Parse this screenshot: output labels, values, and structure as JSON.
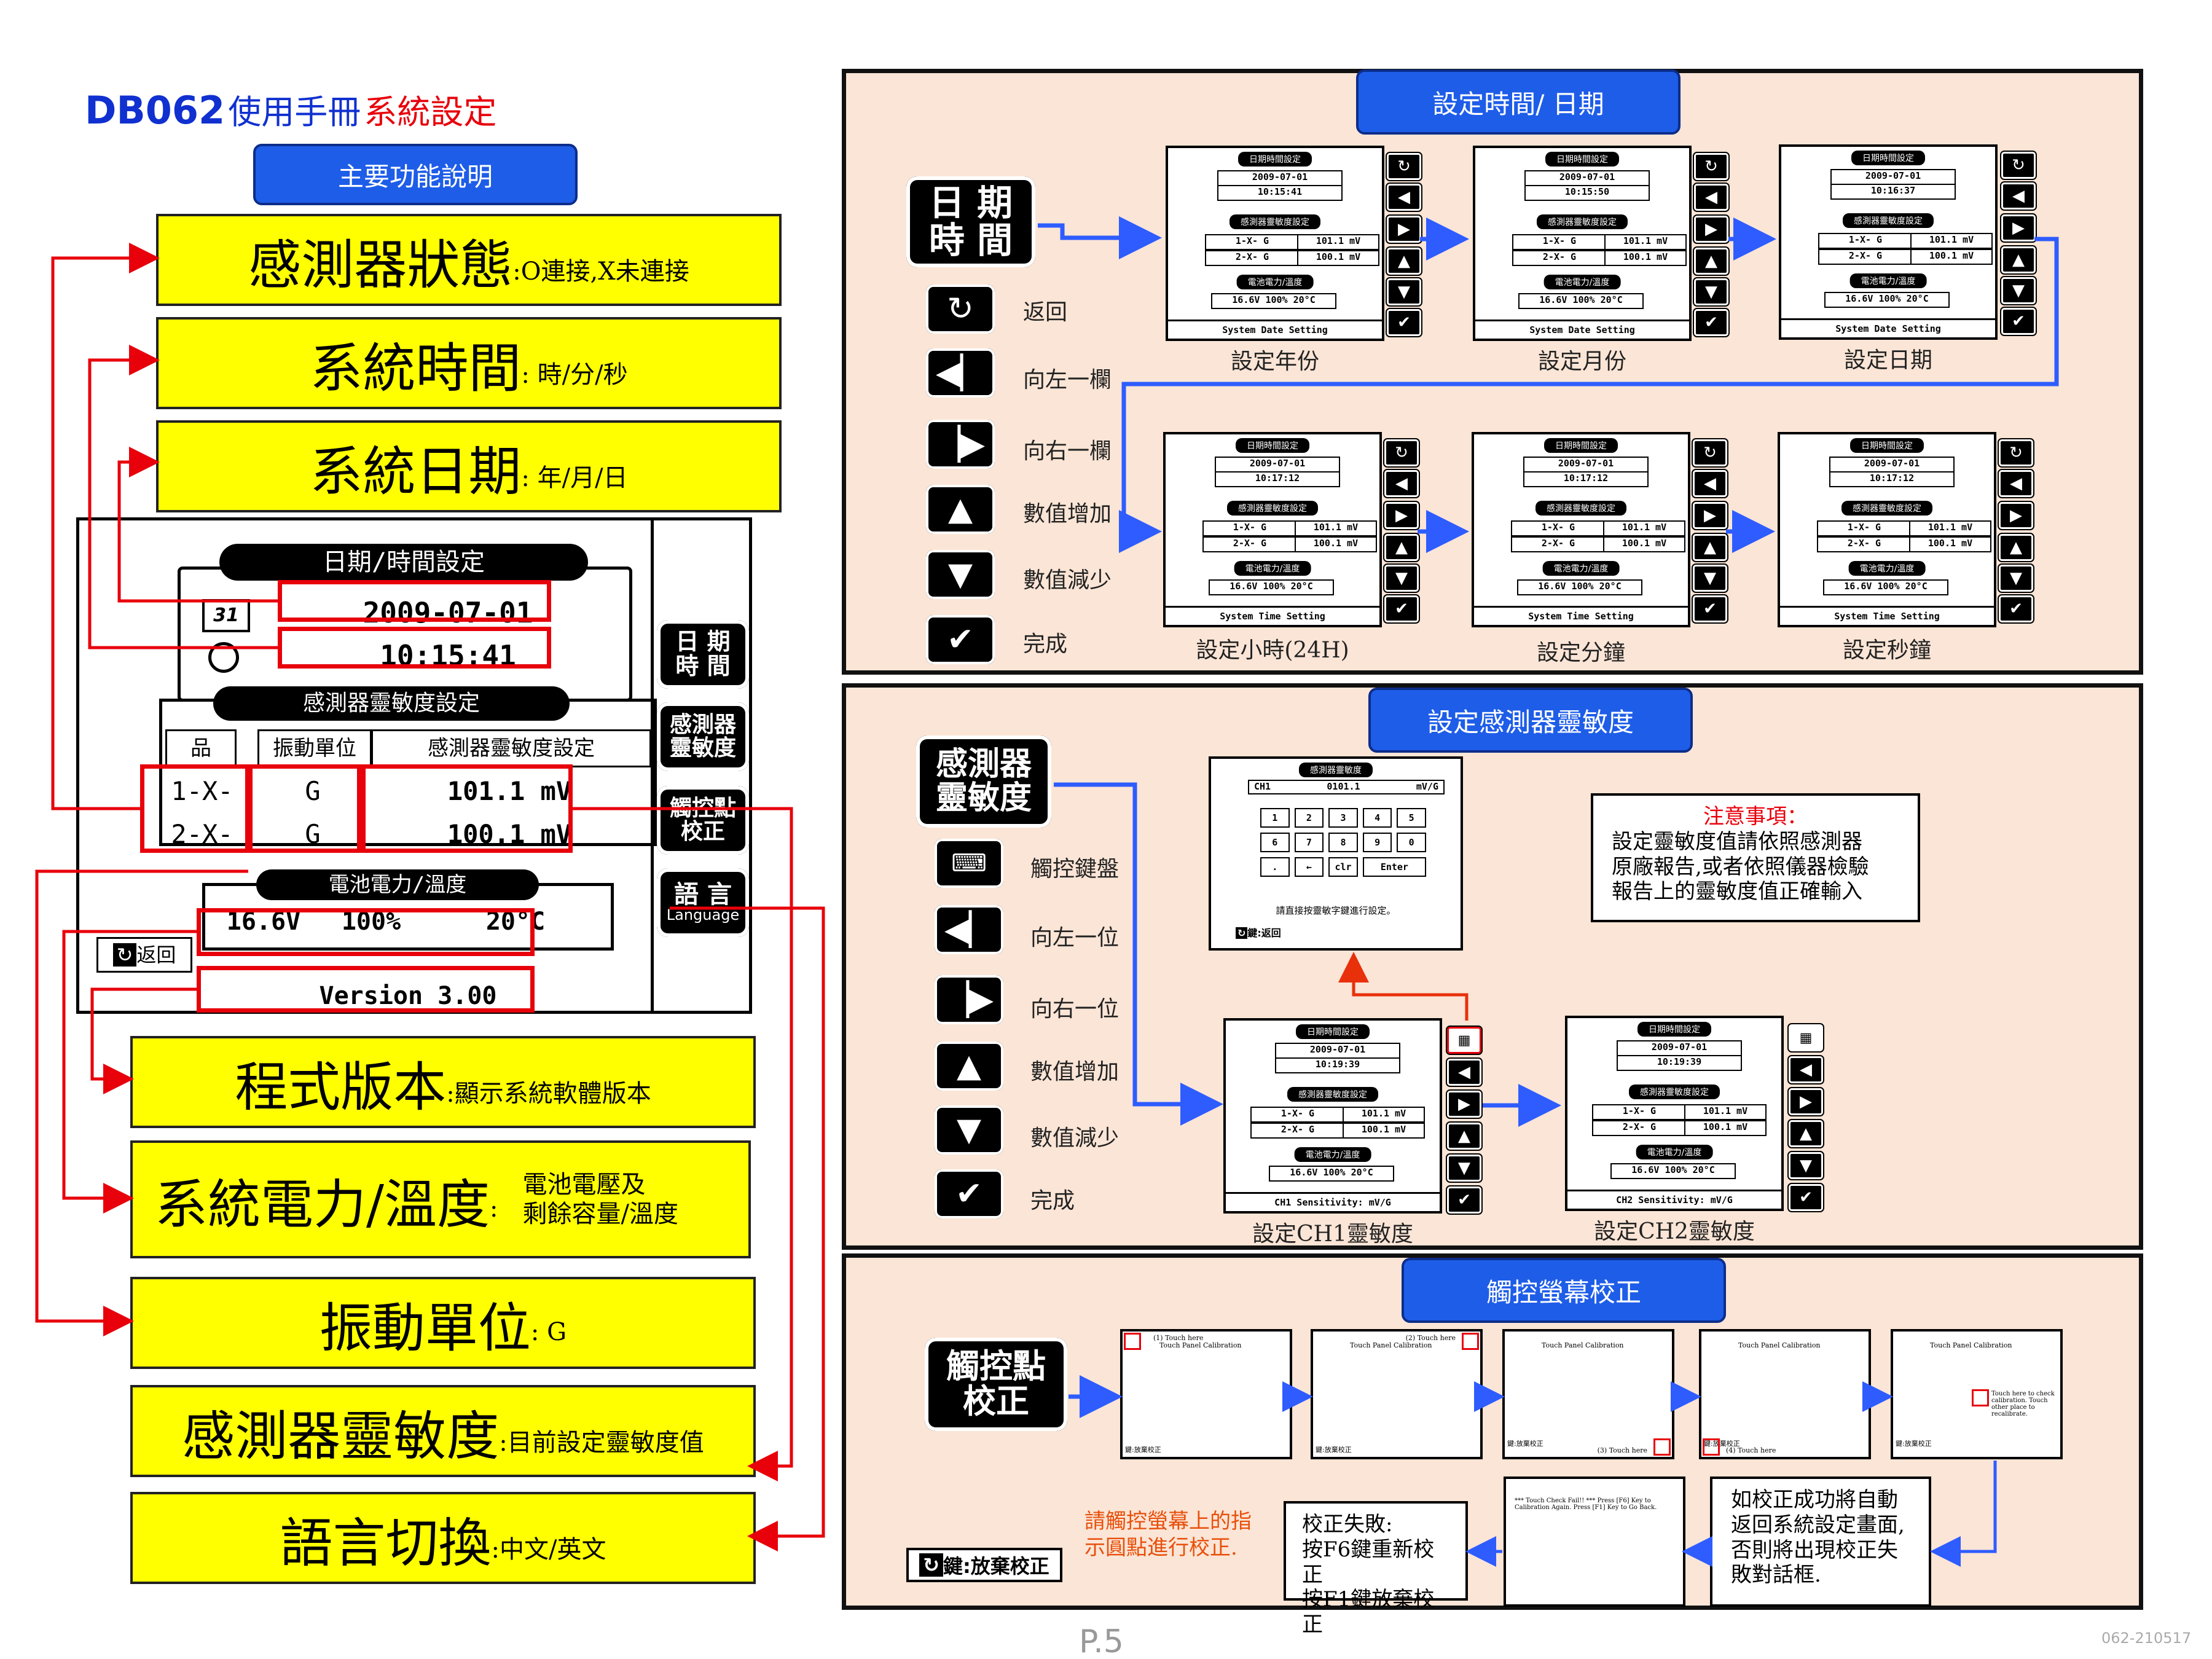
{
  "title": {
    "code": "DB062",
    "manual": "使用手冊",
    "section": "系統設定"
  },
  "main_func_btn": "主要功能說明",
  "features": [
    {
      "big": "感測器狀態",
      "small": ":O連接,X未連接"
    },
    {
      "big": "系統時間",
      "small": ": 時/分/秒"
    },
    {
      "big": "系統日期",
      "small": ": 年/月/日"
    },
    {
      "big": "程式版本",
      "small": ":顯示系統軟體版本"
    },
    {
      "big": "系統電力/溫度",
      "small": ":",
      "small2a": "電池電壓及",
      "small2b": "剩餘容量/溫度"
    },
    {
      "big": "振動單位",
      "small": ": G"
    },
    {
      "big": "感測器靈敏度",
      "small": ":目前設定靈敏度值"
    },
    {
      "big": "語言切換",
      "small": ":中文/英文"
    }
  ],
  "screen": {
    "dt_header": "日期/時間設定",
    "date": "2009-07-01",
    "time": "10:15:41",
    "sens_header": "感測器靈敏度設定",
    "col_unit": "振動單位",
    "col_sens": "感測器靈敏度設定",
    "rows": [
      {
        "ch": "1-X-",
        "unit": "G",
        "val": "101.1 mV"
      },
      {
        "ch": "2-X-",
        "unit": "G",
        "val": "100.1 mV"
      }
    ],
    "bat_header": "電池電力/溫度",
    "voltage": "16.6V",
    "percent": "100%",
    "temp": "20°C",
    "back": "返回",
    "version": "Version 3.00",
    "side_btns": [
      "日 期\n時 間",
      "感測器\n靈敏度",
      "觸控點\n校正",
      "語 言"
    ],
    "side_lang": "Language"
  },
  "panel1": {
    "title": "設定時間/ 日期",
    "big_btn": "日 期\n時 間",
    "icons": [
      "返回",
      "向左一欄",
      "向右一欄",
      "數值增加",
      "數值減少",
      "完成"
    ],
    "footer_date": "System Date Setting",
    "footer_time": "System Time Setting",
    "captions": [
      "設定年份",
      "設定月份",
      "設定日期",
      "設定小時(24H)",
      "設定分鐘",
      "設定秒鐘"
    ],
    "times": [
      "10:15:41",
      "10:15:50",
      "10:16:37",
      "10:17:12",
      "10:17:12",
      "10:17:12"
    ]
  },
  "panel2": {
    "title": "設定感測器靈敏度",
    "big_btn": "感測器\n靈敏度",
    "icons": [
      "觸控鍵盤",
      "向左一位",
      "向右一位",
      "數值增加",
      "數值減少",
      "完成"
    ],
    "kb_title": "感測器靈敏度",
    "kb_ch": "CH1",
    "kb_val": "0101.1",
    "kb_unit": "mV/G",
    "kb_keys": [
      "1",
      "2",
      "3",
      "4",
      "5",
      "6",
      "7",
      "8",
      "9",
      "0",
      ".",
      "←",
      "clr",
      "Enter"
    ],
    "kb_hint": "請直接按靈敏字鍵進行設定。",
    "kb_back": "鍵:返回",
    "note_title": "注意事項：",
    "note_lines": [
      "設定靈敏度值請依照感測器",
      "原廠報告,或者依照儀器檢驗",
      "報告上的靈敏度值正確輸入"
    ],
    "footers": [
      "CH1 Sensitivity: mV/G",
      "CH2 Sensitivity: mV/G"
    ],
    "captions": [
      "設定CH1靈敏度",
      "設定CH2靈敏度"
    ],
    "time": "10:19:39"
  },
  "panel3": {
    "title": "觸控螢幕校正",
    "big_btn": "觸控點\n校正",
    "cal_title": "Touch Panel Calibration",
    "steps": [
      "(1) Touch here",
      "(2) Touch here",
      "(3) Touch here",
      "(4) Touch here"
    ],
    "step5": "Touch here to check calibration. Touch other place to recalibrate.",
    "cal_back": "鍵:放棄校正",
    "instr": "請觸控螢幕上的指示圓點進行校正.",
    "fail_title": "校正失敗:",
    "fail_l1": "按F6鍵重新校正",
    "fail_l2": "按F1鍵放棄校正",
    "fail_screen": "*** Touch Check Fail!! *** Press [F6] Key to Calibration Again. Press [F1] Key to Go Back.",
    "success": "如校正成功將自動返回系統設定畫面,否則將出現校正失敗對話框.",
    "abort_btn": "鍵:放棄校正"
  },
  "page_no": "P.5",
  "doc_code": "062-210517"
}
